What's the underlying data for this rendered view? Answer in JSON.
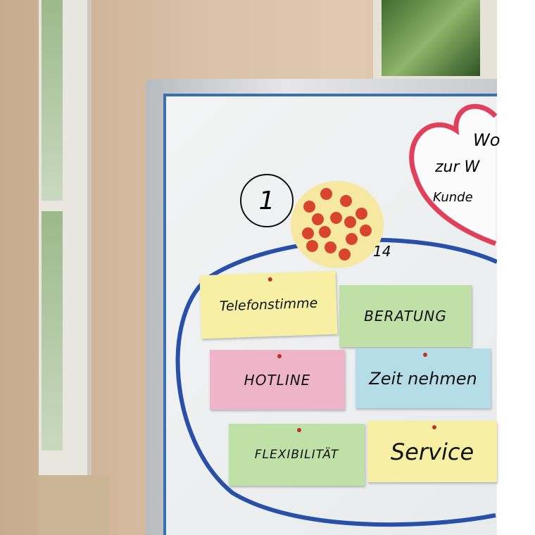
{
  "board": {
    "number_label": "1",
    "count_label": "14",
    "heart_text": [
      "Wo",
      "zur W",
      "Kunde"
    ],
    "notes": [
      {
        "text": "Telefonstimme",
        "color": "#f7f0a4"
      },
      {
        "text": "BERATUNG",
        "color": "#bfe0a6"
      },
      {
        "text": "HOTLINE",
        "color": "#eeb5c9"
      },
      {
        "text": "Zeit nehmen",
        "color": "#b4dde8"
      },
      {
        "text": "FLEXIBILITÄT",
        "color": "#bfe0a6"
      },
      {
        "text": "Service",
        "color": "#f7f0a4"
      }
    ]
  }
}
